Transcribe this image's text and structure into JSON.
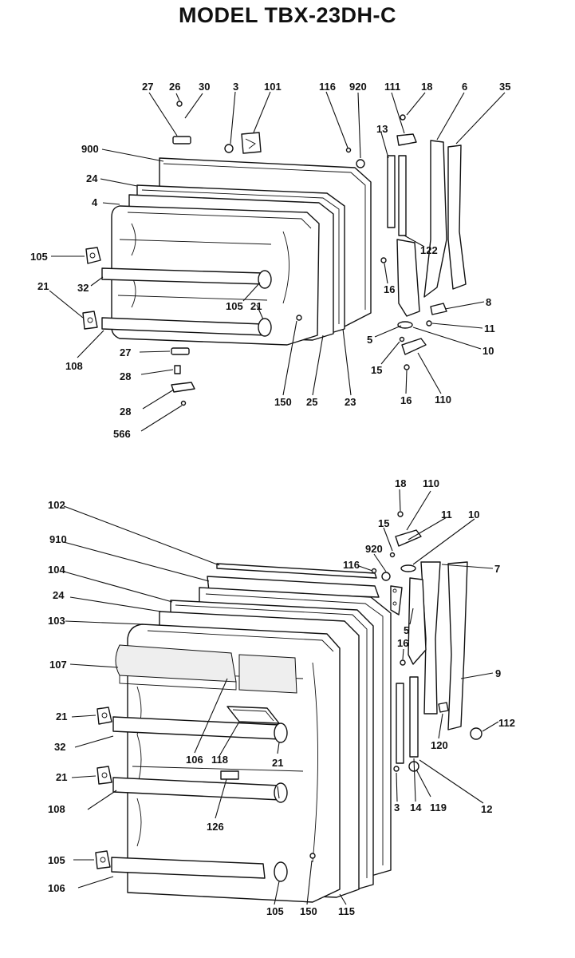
{
  "title": "MODEL TBX-23DH-C",
  "upper_door": {
    "callouts": [
      {
        "id": "u27a",
        "text": "27"
      },
      {
        "id": "u26",
        "text": "26"
      },
      {
        "id": "u30",
        "text": "30"
      },
      {
        "id": "u3",
        "text": "3"
      },
      {
        "id": "u101",
        "text": "101"
      },
      {
        "id": "u116",
        "text": "116"
      },
      {
        "id": "u920",
        "text": "920"
      },
      {
        "id": "u111",
        "text": "111"
      },
      {
        "id": "u18",
        "text": "18"
      },
      {
        "id": "u6",
        "text": "6"
      },
      {
        "id": "u35",
        "text": "35"
      },
      {
        "id": "u900",
        "text": "900"
      },
      {
        "id": "u13",
        "text": "13"
      },
      {
        "id": "u24",
        "text": "24"
      },
      {
        "id": "u4",
        "text": "4"
      },
      {
        "id": "u105a",
        "text": "105"
      },
      {
        "id": "u122",
        "text": "122"
      },
      {
        "id": "u32",
        "text": "32"
      },
      {
        "id": "u16a",
        "text": "16"
      },
      {
        "id": "u21a",
        "text": "21"
      },
      {
        "id": "u105b",
        "text": "105"
      },
      {
        "id": "u21b",
        "text": "21"
      },
      {
        "id": "u8",
        "text": "8"
      },
      {
        "id": "u11",
        "text": "11"
      },
      {
        "id": "u5",
        "text": "5"
      },
      {
        "id": "u10",
        "text": "10"
      },
      {
        "id": "u108",
        "text": "108"
      },
      {
        "id": "u27b",
        "text": "27"
      },
      {
        "id": "u15",
        "text": "15"
      },
      {
        "id": "u28a",
        "text": "28"
      },
      {
        "id": "u110",
        "text": "110"
      },
      {
        "id": "u150",
        "text": "150"
      },
      {
        "id": "u25",
        "text": "25"
      },
      {
        "id": "u23",
        "text": "23"
      },
      {
        "id": "u16b",
        "text": "16"
      },
      {
        "id": "u28b",
        "text": "28"
      },
      {
        "id": "u566",
        "text": "566"
      }
    ]
  },
  "lower_door": {
    "callouts": [
      {
        "id": "l18",
        "text": "18"
      },
      {
        "id": "l110",
        "text": "110"
      },
      {
        "id": "l102",
        "text": "102"
      },
      {
        "id": "l11",
        "text": "11"
      },
      {
        "id": "l10",
        "text": "10"
      },
      {
        "id": "l15",
        "text": "15"
      },
      {
        "id": "l910",
        "text": "910"
      },
      {
        "id": "l920",
        "text": "920"
      },
      {
        "id": "l116",
        "text": "116"
      },
      {
        "id": "l7",
        "text": "7"
      },
      {
        "id": "l104",
        "text": "104"
      },
      {
        "id": "l24",
        "text": "24"
      },
      {
        "id": "l103",
        "text": "103"
      },
      {
        "id": "l5",
        "text": "5"
      },
      {
        "id": "l16",
        "text": "16"
      },
      {
        "id": "l107",
        "text": "107"
      },
      {
        "id": "l9",
        "text": "9"
      },
      {
        "id": "l21a",
        "text": "21"
      },
      {
        "id": "l112",
        "text": "112"
      },
      {
        "id": "l32",
        "text": "32"
      },
      {
        "id": "l106",
        "text": "106"
      },
      {
        "id": "l118",
        "text": "118"
      },
      {
        "id": "l120",
        "text": "120"
      },
      {
        "id": "l21b",
        "text": "21"
      },
      {
        "id": "l21c",
        "text": "21"
      },
      {
        "id": "l3",
        "text": "3"
      },
      {
        "id": "l14",
        "text": "14"
      },
      {
        "id": "l119",
        "text": "119"
      },
      {
        "id": "l12",
        "text": "12"
      },
      {
        "id": "l108",
        "text": "108"
      },
      {
        "id": "l126",
        "text": "126"
      },
      {
        "id": "l105a",
        "text": "105"
      },
      {
        "id": "l106b",
        "text": "106"
      },
      {
        "id": "l105b",
        "text": "105"
      },
      {
        "id": "l150",
        "text": "150"
      },
      {
        "id": "l115",
        "text": "115"
      }
    ]
  }
}
